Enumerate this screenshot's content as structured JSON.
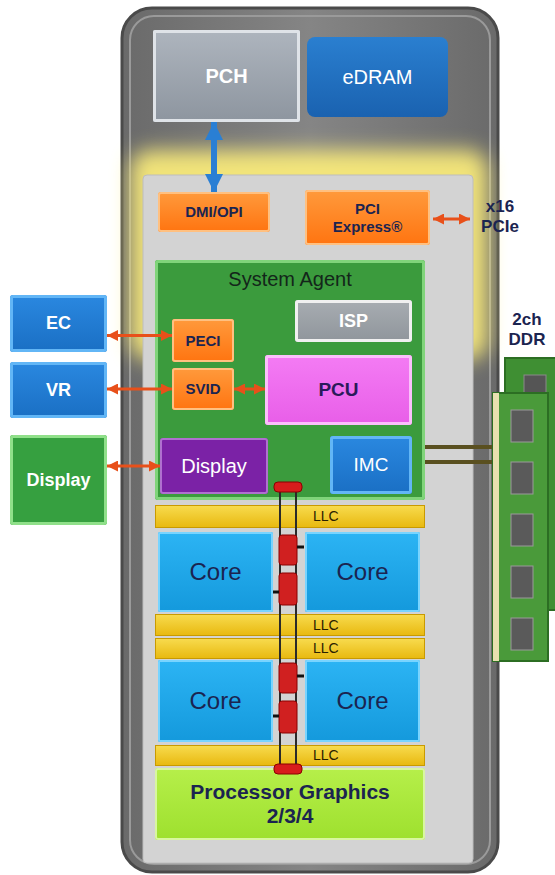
{
  "diagram": {
    "nodes": [
      {
        "text": [
          "PCH"
        ]
      },
      {
        "text": [
          "eDRAM"
        ]
      },
      {
        "text": [
          "DMI/OPI"
        ]
      },
      {
        "text": [
          "PCI Express®"
        ]
      },
      {
        "text": [
          "System Agent"
        ]
      },
      {
        "text": [
          "ISP"
        ],
        "in": 4
      },
      {
        "text": [
          "EC"
        ]
      },
      {
        "text": [
          "PECI"
        ],
        "in": 4
      },
      {
        "text": [
          "VR"
        ]
      },
      {
        "text": [
          "SVID"
        ],
        "in": 4
      },
      {
        "text": [
          "PCU"
        ],
        "in": 4
      },
      {
        "text": [
          "Display"
        ]
      },
      {
        "text": [
          "Display"
        ],
        "in": 4
      },
      {
        "text": [
          "IMC"
        ],
        "in": 4
      },
      {
        "text": [
          "LLC"
        ]
      },
      {
        "text": [
          "Core"
        ]
      },
      {
        "text": [
          "Core"
        ]
      },
      {
        "text": [
          "LLC"
        ]
      },
      {
        "text": [
          "LLC"
        ]
      },
      {
        "text": [
          "Core"
        ]
      },
      {
        "text": [
          "Core"
        ]
      },
      {
        "text": [
          "LLC"
        ]
      },
      {
        "text": [
          "Processor Graphics 2/3/4"
        ]
      }
    ],
    "edges": [
      {
        "from": 0,
        "to": 2,
        "arrow": "both"
      },
      {
        "from": 6,
        "to": 7,
        "arrow": "both"
      },
      {
        "from": 8,
        "to": 9,
        "arrow": "both"
      },
      {
        "from": 9,
        "to": 10,
        "arrow": "both"
      },
      {
        "from": 11,
        "to": 12,
        "arrow": "both"
      }
    ],
    "labels": [
      "x16 PCIe",
      "2ch DDR"
    ]
  }
}
